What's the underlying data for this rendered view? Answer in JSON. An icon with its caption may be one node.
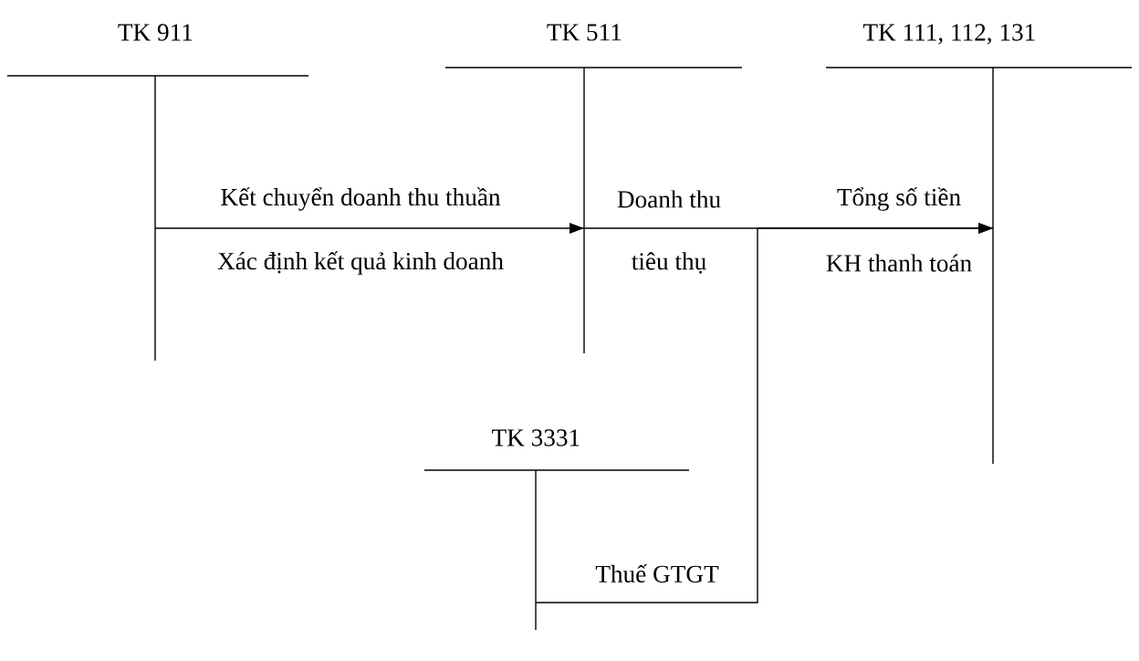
{
  "diagram": {
    "nodes": [
      {
        "text": [
          "TK  911"
        ]
      },
      {
        "text": [
          "TK 511"
        ]
      },
      {
        "text": [
          "TK 111, 112, 131"
        ]
      },
      {
        "text": [
          "TK 3331"
        ]
      }
    ],
    "edges": [
      {
        "from": 0,
        "to": 1,
        "arrow": "to",
        "label": "Kết chuyển doanh thu thuần"
      },
      {
        "from": 1,
        "to": 2,
        "arrow": "to",
        "label": "Doanh thu"
      },
      {
        "from": 3,
        "to": 2,
        "arrow": "to",
        "label": "Thuế GTGT"
      }
    ],
    "labels": [
      "Xác định kết quả kinh doanh",
      "tiêu thụ",
      "Tổng số tiền",
      "KH thanh toán"
    ]
  }
}
